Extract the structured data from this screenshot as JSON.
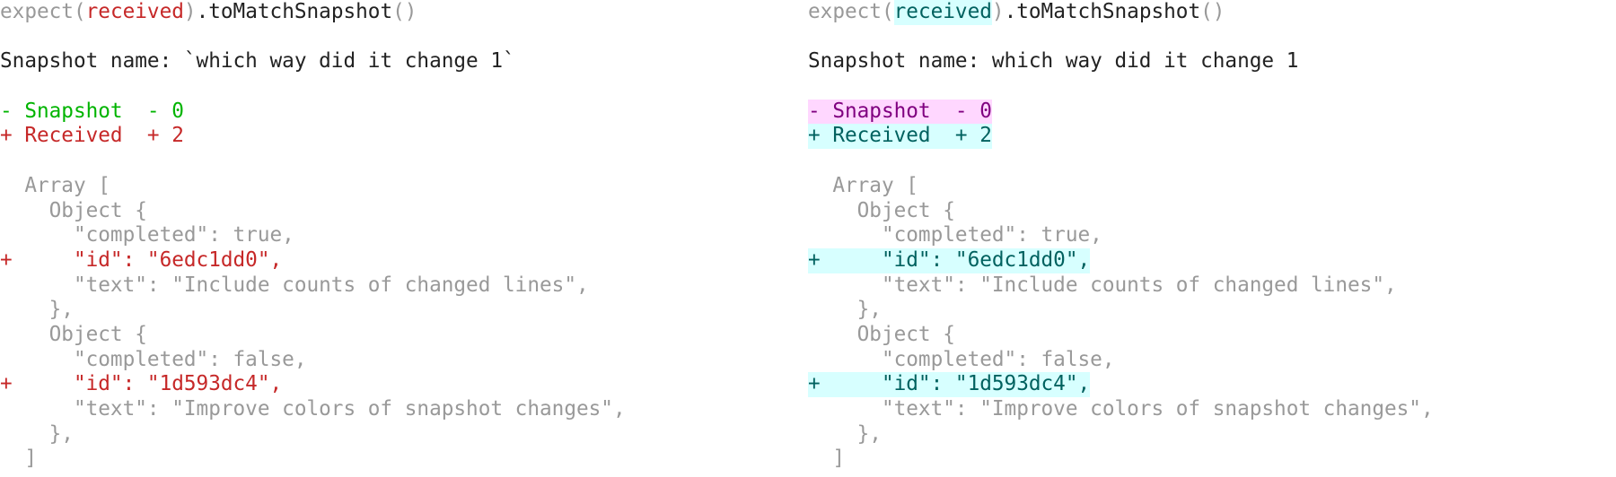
{
  "colors": {
    "dim": "#999999",
    "plain": "#222222",
    "received_red": "#c62828",
    "snapshot_green": "#00b400",
    "snapshot_purple": "#800080",
    "snapshot_purple_bg": "#ffd7ff",
    "received_teal": "#00615f",
    "received_teal_bg": "#d7ffff"
  },
  "left": {
    "lines": [
      [
        {
          "t": "expect(",
          "s": "dim"
        },
        {
          "t": "received",
          "s": "red"
        },
        {
          "t": ")",
          "s": "dim"
        },
        {
          "t": ".toMatchSnapshot",
          "s": "plain"
        },
        {
          "t": "()",
          "s": "dim"
        }
      ],
      [],
      [
        {
          "t": "Snapshot name: `which way did it change 1`",
          "s": "plain"
        }
      ],
      [],
      [
        {
          "t": "- Snapshot  - 0",
          "s": "green"
        }
      ],
      [
        {
          "t": "+ Received  + 2",
          "s": "red"
        }
      ],
      [],
      [
        {
          "t": "  Array [",
          "s": "dim"
        }
      ],
      [
        {
          "t": "    Object {",
          "s": "dim"
        }
      ],
      [
        {
          "t": "      \"completed\": true,",
          "s": "dim"
        }
      ],
      [
        {
          "t": "+     \"id\": \"6edc1dd0\",",
          "s": "red"
        }
      ],
      [
        {
          "t": "      \"text\": \"Include counts of changed lines\",",
          "s": "dim"
        }
      ],
      [
        {
          "t": "    },",
          "s": "dim"
        }
      ],
      [
        {
          "t": "    Object {",
          "s": "dim"
        }
      ],
      [
        {
          "t": "      \"completed\": false,",
          "s": "dim"
        }
      ],
      [
        {
          "t": "+     \"id\": \"1d593dc4\",",
          "s": "red"
        }
      ],
      [
        {
          "t": "      \"text\": \"Improve colors of snapshot changes\",",
          "s": "dim"
        }
      ],
      [
        {
          "t": "    },",
          "s": "dim"
        }
      ],
      [
        {
          "t": "  ]",
          "s": "dim"
        }
      ]
    ]
  },
  "right": {
    "lines": [
      [
        {
          "t": "expect(",
          "s": "dim"
        },
        {
          "t": "received",
          "s": "teal"
        },
        {
          "t": ")",
          "s": "dim"
        },
        {
          "t": ".toMatchSnapshot",
          "s": "plain"
        },
        {
          "t": "()",
          "s": "dim"
        }
      ],
      [],
      [
        {
          "t": "Snapshot name: which way did it change 1",
          "s": "plain"
        }
      ],
      [],
      [
        {
          "t": "- Snapshot  - 0",
          "s": "purple"
        }
      ],
      [
        {
          "t": "+ Received  + 2",
          "s": "teal"
        }
      ],
      [],
      [
        {
          "t": "  Array [",
          "s": "dim"
        }
      ],
      [
        {
          "t": "    Object {",
          "s": "dim"
        }
      ],
      [
        {
          "t": "      \"completed\": true,",
          "s": "dim"
        }
      ],
      [
        {
          "t": "+     \"id\": \"6edc1dd0\",",
          "s": "teal"
        }
      ],
      [
        {
          "t": "      \"text\": \"Include counts of changed lines\",",
          "s": "dim"
        }
      ],
      [
        {
          "t": "    },",
          "s": "dim"
        }
      ],
      [
        {
          "t": "    Object {",
          "s": "dim"
        }
      ],
      [
        {
          "t": "      \"completed\": false,",
          "s": "dim"
        }
      ],
      [
        {
          "t": "+     \"id\": \"1d593dc4\",",
          "s": "teal"
        }
      ],
      [
        {
          "t": "      \"text\": \"Improve colors of snapshot changes\",",
          "s": "dim"
        }
      ],
      [
        {
          "t": "    },",
          "s": "dim"
        }
      ],
      [
        {
          "t": "  ]",
          "s": "dim"
        }
      ]
    ]
  }
}
